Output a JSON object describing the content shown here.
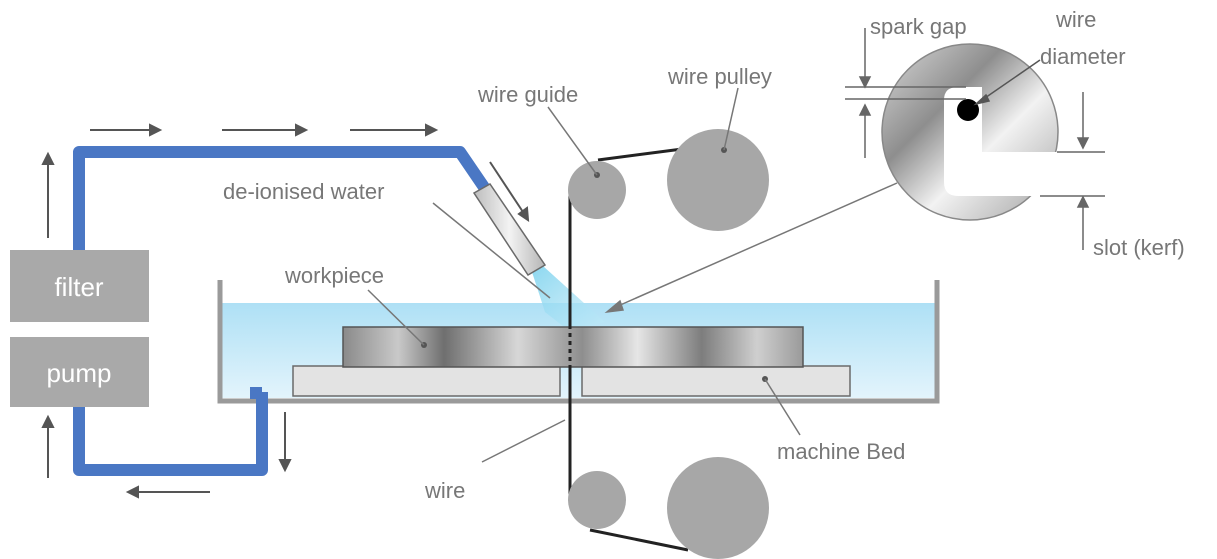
{
  "labels": {
    "spark_gap": "spark gap",
    "wire_diameter_line1": "wire",
    "wire_diameter_line2": "diameter",
    "wire_pulley": "wire pulley",
    "wire_guide": "wire guide",
    "deionised_water": "de-ionised water",
    "workpiece": "workpiece",
    "filter": "filter",
    "pump": "pump",
    "wire": "wire",
    "machine_bed": "machine Bed",
    "slot_kerf": "slot (kerf)"
  },
  "colors": {
    "pipe": "#4a77c4",
    "water": "#bfe6f7",
    "component_gray": "#a7a7a7",
    "label_text": "#777777",
    "arrow": "#555555"
  }
}
